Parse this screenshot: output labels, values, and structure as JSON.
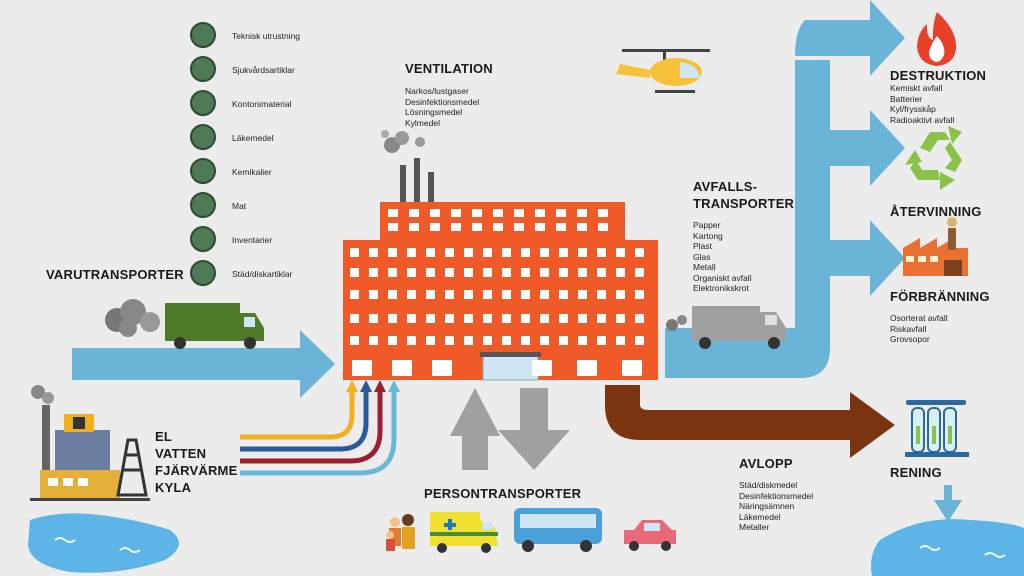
{
  "supplies": [
    {
      "label": "Teknisk utrustning",
      "icon": "tech-equipment-icon"
    },
    {
      "label": "Sjukvårdsartiklar",
      "icon": "bandage-icon"
    },
    {
      "label": "Kontorsmaterial",
      "icon": "paperclip-icon"
    },
    {
      "label": "Läkemedel",
      "icon": "pills-icon"
    },
    {
      "label": "Kemikalier",
      "icon": "chemicals-icon"
    },
    {
      "label": "Mat",
      "icon": "food-icon"
    },
    {
      "label": "Inventarier",
      "icon": "chair-icon"
    },
    {
      "label": "Städ/diskartiklar",
      "icon": "cleaning-bucket-icon"
    }
  ],
  "ventilation": {
    "title": "VENTILATION",
    "items": [
      "Narkos/lustgaser",
      "Desinfektionsmedel",
      "Lösningsmedel",
      "Kylmedel"
    ]
  },
  "goods_transport": {
    "title": "VARUTRANSPORTER"
  },
  "utilities": {
    "lines": [
      "EL",
      "VATTEN",
      "FJÄRVÄRME",
      "KYLA"
    ],
    "colors": [
      "#f0b020",
      "#2a5a9a",
      "#9a2030",
      "#6ab8d8"
    ]
  },
  "waste_transport": {
    "title_line1": "AVFALLS-",
    "title_line2": "TRANSPORTER",
    "items": [
      "Papper",
      "Kartong",
      "Plast",
      "Glas",
      "Metall",
      "Organiskt avfall",
      "Elektronikskrot"
    ]
  },
  "destruction": {
    "title": "DESTRUKTION",
    "items": [
      "Kemiskt avfall",
      "Batterier",
      "Kyl/frysskåp",
      "Radioaktivt avfall"
    ]
  },
  "recycling": {
    "title": "ÅTERVINNING"
  },
  "incineration": {
    "title": "FÖRBRÄNNING",
    "items": [
      "Osorterat avfall",
      "Riskavfall",
      "Grovsopor"
    ]
  },
  "sewage": {
    "title": "AVLOPP",
    "items": [
      "Städ/diskmedel",
      "Desinfektionsmedel",
      "Näringsämnen",
      "Läkemedel",
      "Metaller"
    ]
  },
  "treatment": {
    "title": "RENING"
  },
  "person_transport": {
    "title": "PERSONTRANSPORTER"
  },
  "colors": {
    "hospital": "#f05a28",
    "arrow_blue": "#6ab4d8",
    "arrow_brown": "#7a3510",
    "arrow_gray": "#a0a0a0",
    "truck_green": "#4f7a2a",
    "water": "#5db4e6",
    "background": "#ececec"
  }
}
